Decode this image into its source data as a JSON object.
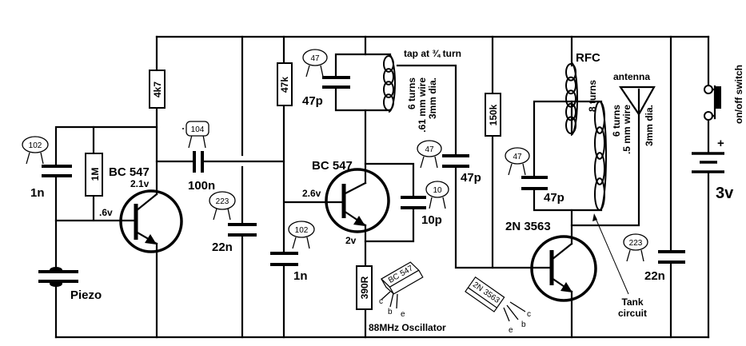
{
  "section_label": "88MHz Oscillator",
  "preamp": {
    "piezo": "Piezo",
    "c_input": "1n",
    "c_input_code": "102",
    "r_bias": "1M",
    "transistor": "BC 547",
    "collector_voltage": "2.1v",
    "base_voltage": ".6v",
    "r_collector": "4k7",
    "c_coupling": "100n",
    "c_coupling_code": "104",
    "c_decoupling": "22n",
    "c_decoupling_code": "223"
  },
  "oscillator": {
    "r_bias": "47k",
    "c_base": "1n",
    "c_base_code": "102",
    "transistor": "BC 547",
    "base_voltage": "2.6v",
    "emitter_voltage": "2v",
    "r_emitter": "390R",
    "c_tank": "47p",
    "c_tank_code": "47",
    "coil_tap": "tap at ¾ turn",
    "coil_spec": [
      "6 turns",
      ".61 mm wire",
      "3mm dia."
    ],
    "c_feedback": "10p",
    "c_feedback_code": "10",
    "c_coupling": "47p",
    "c_coupling_code": "47"
  },
  "amplifier": {
    "r_bias": "150k",
    "transistor": "2N 3563",
    "rfc": "RFC",
    "rfc_turns": "8 turns",
    "antenna": "antenna",
    "c_tank": "47p",
    "c_tank_code": "47",
    "coil_spec": [
      "6 turns",
      ".5 mm wire",
      "3mm dia."
    ],
    "tank_label": [
      "Tank",
      "circuit"
    ],
    "c_supply": "22n",
    "c_supply_code": "223"
  },
  "power": {
    "switch": "on/off switch",
    "battery_plus": "+",
    "battery": "3v"
  },
  "packages": {
    "bc547": {
      "marking": [
        "BC",
        "547"
      ],
      "pins": [
        "c",
        "b",
        "e"
      ]
    },
    "n3563": {
      "marking": [
        "2N",
        "3563"
      ],
      "pins": [
        "c",
        "b",
        "e"
      ]
    }
  }
}
